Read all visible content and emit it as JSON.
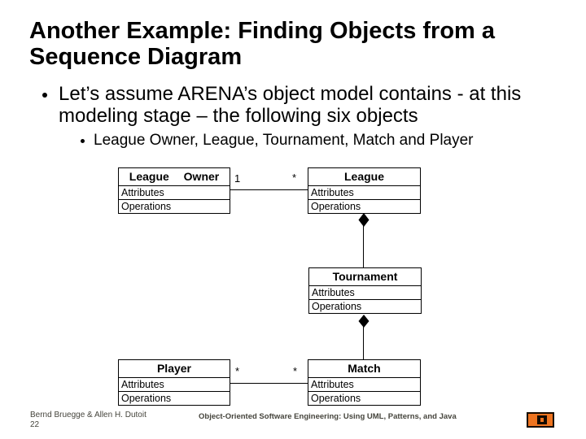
{
  "slide": {
    "title": "Another Example: Finding Objects from a Sequence Diagram",
    "bullet": "Let’s assume ARENA’s object model contains - at this modeling stage – the following six objects",
    "sub_bullet": "League Owner, League, Tournament, Match and Player"
  },
  "diagram": {
    "type": "uml-class-diagram",
    "classes": [
      {
        "name": "League Owner",
        "attributes_label": "Attributes",
        "operations_label": "Operations"
      },
      {
        "name": "League",
        "attributes_label": "Attributes",
        "operations_label": "Operations"
      },
      {
        "name": "Tournament",
        "attributes_label": "Attributes",
        "operations_label": "Operations"
      },
      {
        "name": "Player",
        "attributes_label": "Attributes",
        "operations_label": "Operations"
      },
      {
        "name": "Match",
        "attributes_label": "Attributes",
        "operations_label": "Operations"
      }
    ],
    "associations": [
      {
        "from": "League Owner",
        "to": "League",
        "from_multiplicity": "1",
        "to_multiplicity": "*"
      },
      {
        "from": "Player",
        "to": "Match",
        "from_multiplicity": "*",
        "to_multiplicity": "*"
      },
      {
        "from": "League",
        "to": "Tournament",
        "type": "composition"
      },
      {
        "from": "Tournament",
        "to": "Match",
        "type": "composition"
      }
    ]
  },
  "footer": {
    "authors": "Bernd Bruegge & Allen H. Dutoit",
    "page_number": "22",
    "book_title": "Object-Oriented Software Engineering: Using UML, Patterns, and Java"
  },
  "colors": {
    "text": "#000000",
    "footer_text": "#45443c",
    "logo_orange": "#ee7420"
  }
}
